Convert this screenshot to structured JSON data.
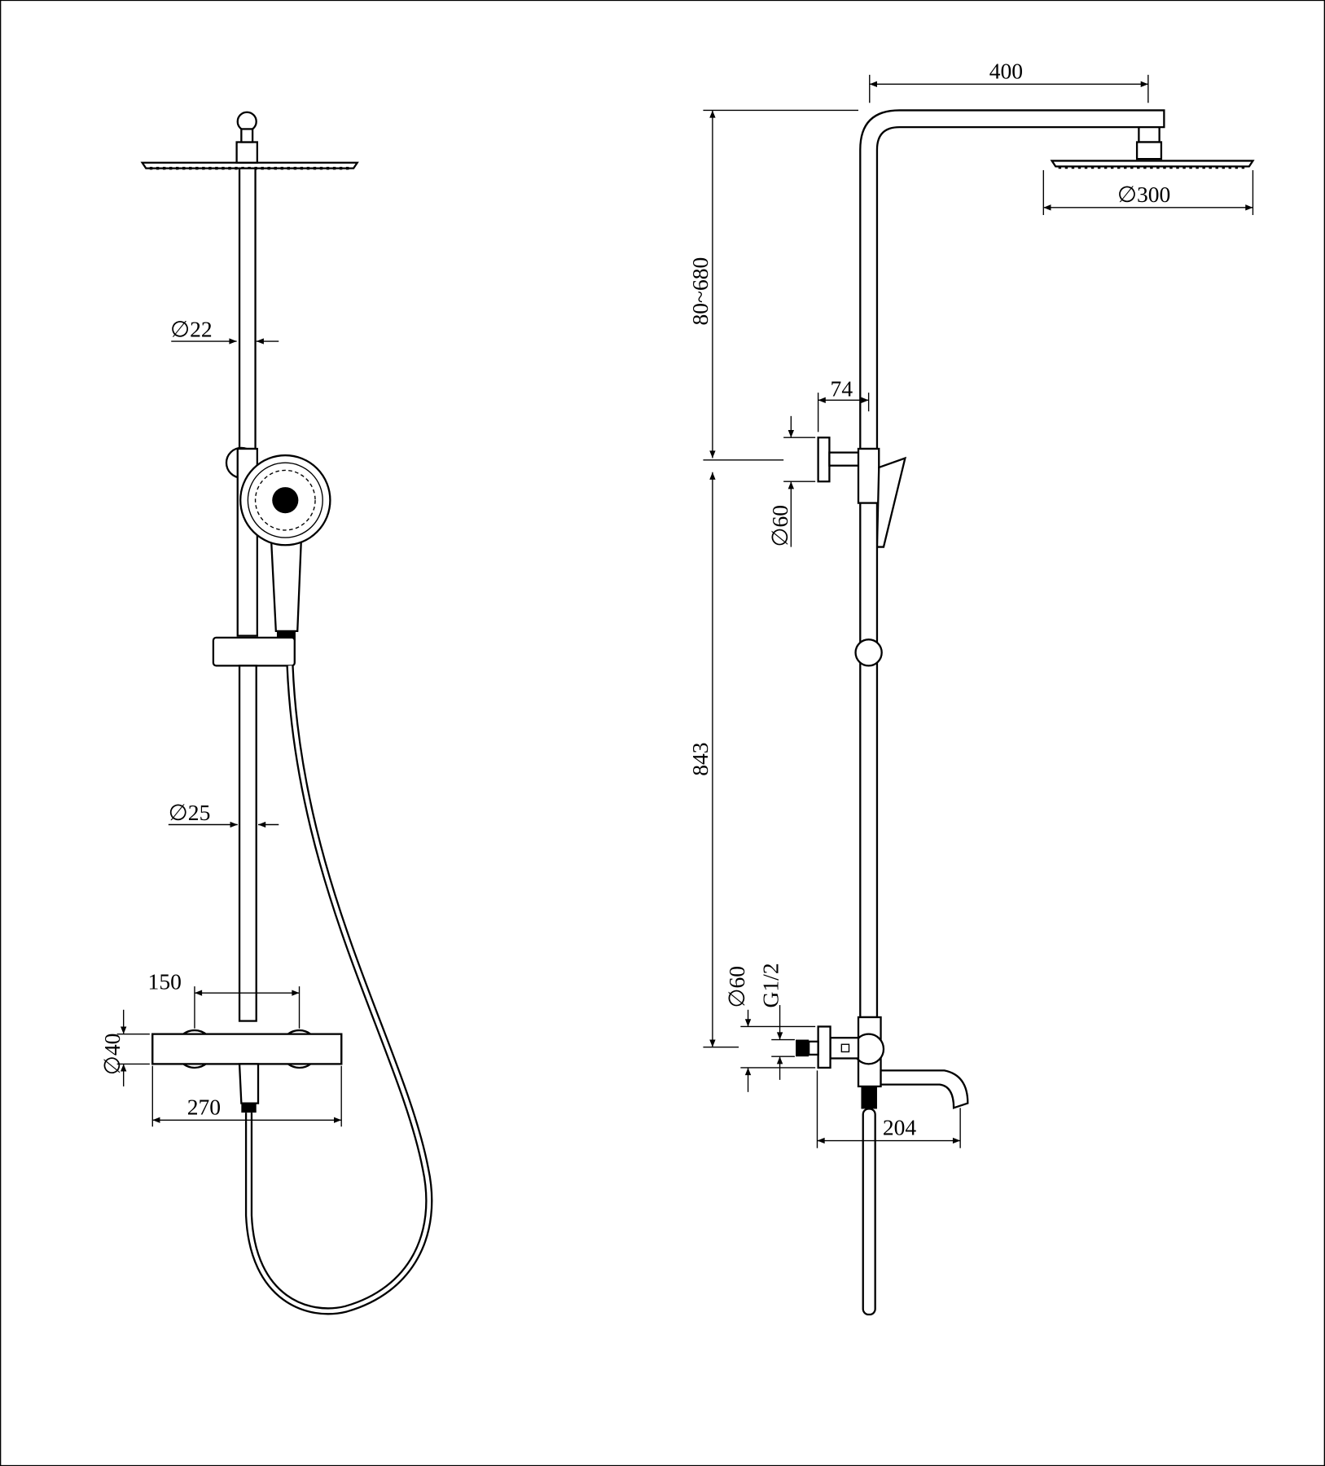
{
  "title": "Shower system dimension drawing",
  "colors": {
    "line": "#000000",
    "background": "#ffffff"
  },
  "front_view": {
    "rod_upper_diameter": "∅22",
    "rod_lower_diameter": "∅25",
    "knob_spacing": "150",
    "mixer_diameter": "∅40",
    "mixer_width": "270"
  },
  "side_view": {
    "arm_length": "400",
    "head_diameter": "∅300",
    "height_adjust": "80~680",
    "bracket_offset": "74",
    "bracket_plate_diameter": "∅60",
    "rod_height": "843",
    "wall_plate_diameter": "∅60",
    "thread": "G1/2",
    "spout_length": "204"
  }
}
